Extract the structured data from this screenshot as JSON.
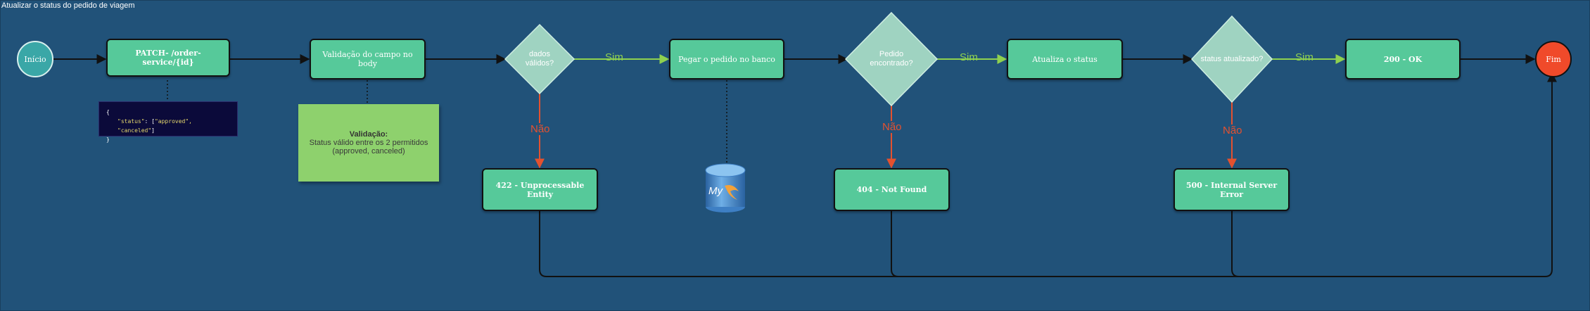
{
  "title": "Atualizar o status do pedido de viagem",
  "colors": {
    "background": "#215279",
    "process": "#56c99a",
    "decision": "#9fd3c1",
    "start": "#3aa7a7",
    "end": "#f04a2a",
    "yes_edge": "#8fd14f",
    "no_edge": "#e4512f",
    "note": "#8ed16d",
    "code_bg": "#0b0a3a"
  },
  "nodes": {
    "start": "Início",
    "patch": "PATCH- /order-service/{id}",
    "validate_field": "Validação do campo no body",
    "valid_data": "dados válidos?",
    "fetch_order": "Pegar o pedido no banco",
    "order_found": "Pedido encontrado?",
    "update_status": "Atualiza o status",
    "status_updated": "status atualizado?",
    "ok": "200 - OK",
    "end": "Fim",
    "err_422": "422 - Unprocessable Entity",
    "err_404": "404 - Not Found",
    "err_500": "500 - Internal Server Error"
  },
  "edge_labels": {
    "yes": "Sim",
    "no": "Não"
  },
  "code_snippet": {
    "open": "{",
    "key": "\"status\"",
    "sep": ": [",
    "values": "\"approved\", \"canceled\"",
    "close_array": "]",
    "close": "}"
  },
  "note": {
    "heading": "Validação:",
    "body": "Status válido entre os 2 permitidos (approved, canceled)"
  },
  "database": {
    "icon": "mysql-database-icon",
    "logo_text": "My"
  }
}
